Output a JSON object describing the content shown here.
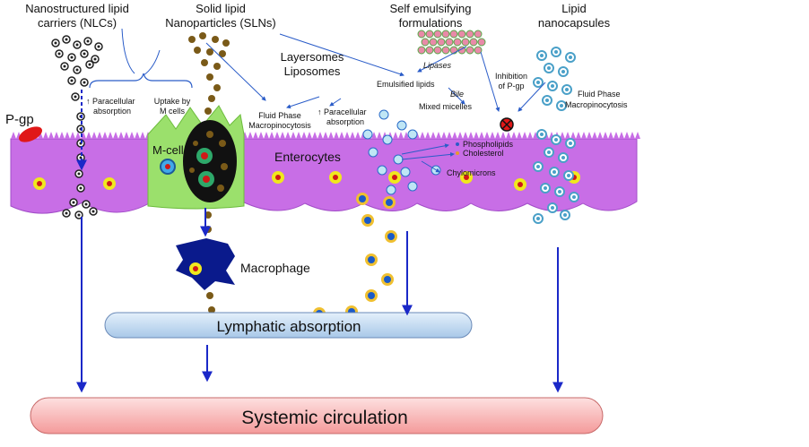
{
  "labels": {
    "nlc_1": "Nanostructured lipid",
    "nlc_2": "carriers (NLCs)",
    "sln_1": "Solid lipid",
    "sln_2": "Nanoparticles (SLNs)",
    "lay_1": "Layersomes",
    "lay_2": "Liposomes",
    "sef_1": "Self emulsifying",
    "sef_2": "formulations",
    "lnc_1": "Lipid",
    "lnc_2": "nanocapsules",
    "pgp": "P-gp",
    "para1_1": "↑ Paracellular",
    "para1_2": "absorption",
    "uptake_1": "Uptake by",
    "uptake_2": "M cells",
    "fpm1_1": "Fluid Phase",
    "fpm1_2": "Macropinocytosis",
    "para2_1": "↑ Paracellular",
    "para2_2": "absorption",
    "lipases": "Lipases",
    "emulsified": "Emulsified lipids",
    "bile": "Bile",
    "mixed": "Mixed micelles",
    "inhib_1": "Inhibition",
    "inhib_2": "of P-gp",
    "fpm2_1": "Fluid Phase",
    "fpm2_2": "Macropinocytosis",
    "mcell": "M-cell",
    "enterocytes": "Enterocytes",
    "phospho": "Phospholipids",
    "chol": "Cholesterol",
    "chylo": "Chylomicrons",
    "macrophage": "Macrophage",
    "lymphatic": "Lymphatic absorption",
    "systemic": "Systemic circulation"
  },
  "colors": {
    "cell": "#c86ee6",
    "cell_edge": "#a24dc8",
    "mcell": "#9be06c",
    "nucleus": "#f0e81e",
    "nucleus_core": "#d01818",
    "arrow": "#1a28c8",
    "macrophage": "#0a1a8c",
    "lymph": "#c4ddf2",
    "systemic": "#f7a8a8",
    "pgp": "#e01818",
    "sln": "#7a5a18",
    "nlc": "#222222",
    "sef": "#e88aa8",
    "lnc": "#4aa0c8",
    "chylo": "#f0c030"
  }
}
